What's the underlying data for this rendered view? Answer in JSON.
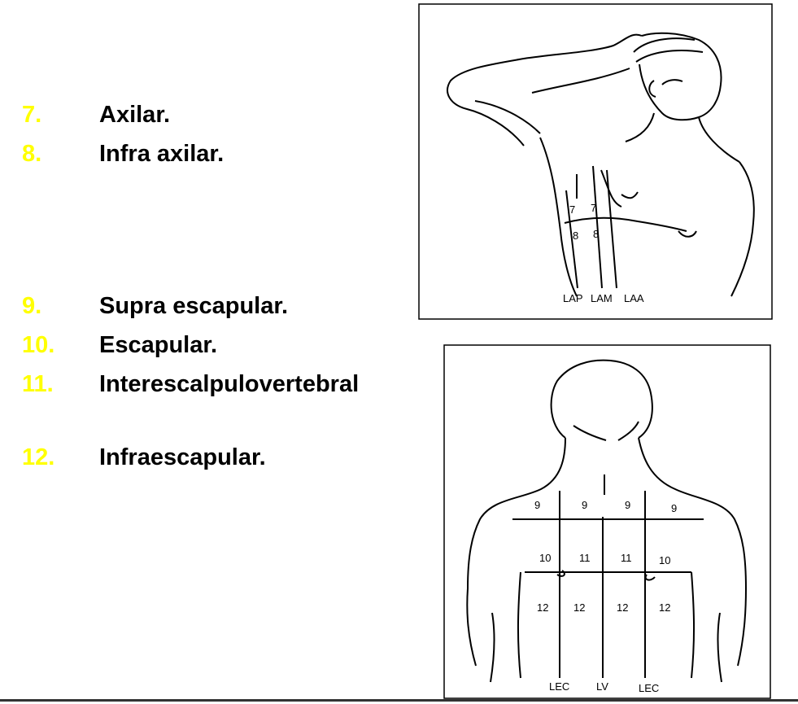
{
  "list": [
    {
      "num": "7.",
      "label": "Axilar."
    },
    {
      "num": "8.",
      "label": "Infra axilar."
    },
    {
      "num": "9.",
      "label": "Supra escapular."
    },
    {
      "num": "10.",
      "label": "Escapular."
    },
    {
      "num": "11.",
      "label": "Interescalpulovertebral"
    },
    {
      "num": "12.",
      "label": "Infraescapular."
    }
  ],
  "colors": {
    "number": "#ffff00",
    "text": "#000000"
  },
  "lateral_figure": {
    "zone_labels": [
      "7",
      "7",
      "8",
      "8"
    ],
    "line_labels": [
      "LAP",
      "LAM",
      "LAA"
    ]
  },
  "back_figure": {
    "row_9": [
      "9",
      "9",
      "9",
      "9"
    ],
    "row_10_11": [
      "10",
      "11",
      "11",
      "10"
    ],
    "row_12": [
      "12",
      "12",
      "12",
      "12"
    ],
    "line_labels": [
      "LEC",
      "LV",
      "LEC"
    ]
  }
}
